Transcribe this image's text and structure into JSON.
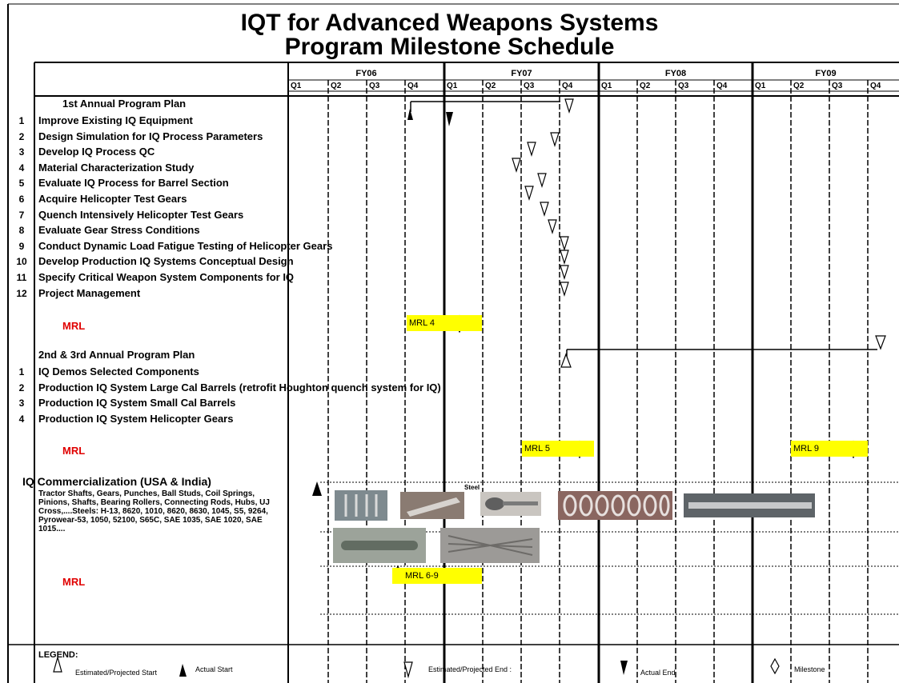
{
  "title_line1": "IQT for Advanced Weapons Systems",
  "title_line2": "Program Milestone Schedule",
  "fiscal_years": [
    "FY06",
    "FY07",
    "FY08",
    "FY09"
  ],
  "quarters": [
    "Q1",
    "Q2",
    "Q3",
    "Q4"
  ],
  "section1": {
    "header": "1st Annual Program Plan",
    "tasks": [
      {
        "num": "1",
        "label": "Improve Existing IQ Equipment"
      },
      {
        "num": "2",
        "label": "Design Simulation for IQ Process Parameters"
      },
      {
        "num": "3",
        "label": "Develop IQ Process QC"
      },
      {
        "num": "4",
        "label": "Material Characterization Study"
      },
      {
        "num": "5",
        "label": "Evaluate IQ Process for Barrel Section"
      },
      {
        "num": "6",
        "label": "Acquire Helicopter Test Gears"
      },
      {
        "num": "7",
        "label": "Quench Intensively Helicopter Test Gears"
      },
      {
        "num": "8",
        "label": "Evaluate Gear Stress Conditions"
      },
      {
        "num": "9",
        "label": "Conduct Dynamic Load Fatigue Testing of Helicopter Gears"
      },
      {
        "num": "10",
        "label": "Develop Production IQ Systems Conceptual Design"
      },
      {
        "num": "11",
        "label": "Specify Critical Weapon System Components for IQ"
      },
      {
        "num": "12",
        "label": "Project Management"
      }
    ],
    "mrl_label": "MRL",
    "mrl_box": "MRL 4"
  },
  "section2": {
    "header": "2nd & 3rd Annual Program Plan",
    "tasks": [
      {
        "num": "1",
        "label": "IQ Demos Selected Components"
      },
      {
        "num": "2",
        "label": "Production IQ System Large Cal Barrels (retrofit Houghton quench system for IQ)"
      },
      {
        "num": "3",
        "label": "Production IQ System Small Cal Barrels"
      },
      {
        "num": "4",
        "label": "Production IQ System Helicopter Gears"
      }
    ],
    "mrl_label": "MRL",
    "mrl_box_1": "MRL 5",
    "mrl_box_2": "MRL 9"
  },
  "section3": {
    "header": "IQ Commercialization (USA & India)",
    "description": "Tractor Shafts, Gears, Punches, Ball Studs, Coil Springs, Pinions, Shafts, Bearing Rollers, Connecting Rods, Hubs, UJ Cross,....Steels: H-13, 8620, 1010, 8620, 8630, 1045, S5, 9264, Pyrowear-53, 1050, 52100, S65C, SAE 1035, SAE 1020, SAE 1015....",
    "photo_caption": "Steel",
    "mrl_label": "MRL",
    "mrl_box": "MRL 6-9"
  },
  "legend": {
    "title": "LEGEND:",
    "items": [
      "Estimated/Projected Start",
      "Actual Start",
      "Estimated/Projected End :",
      "Actual End",
      "Milestone"
    ]
  },
  "colors": {
    "mrl_red": "#e00000",
    "mrl_box": "#ffff00",
    "line": "#000000"
  }
}
